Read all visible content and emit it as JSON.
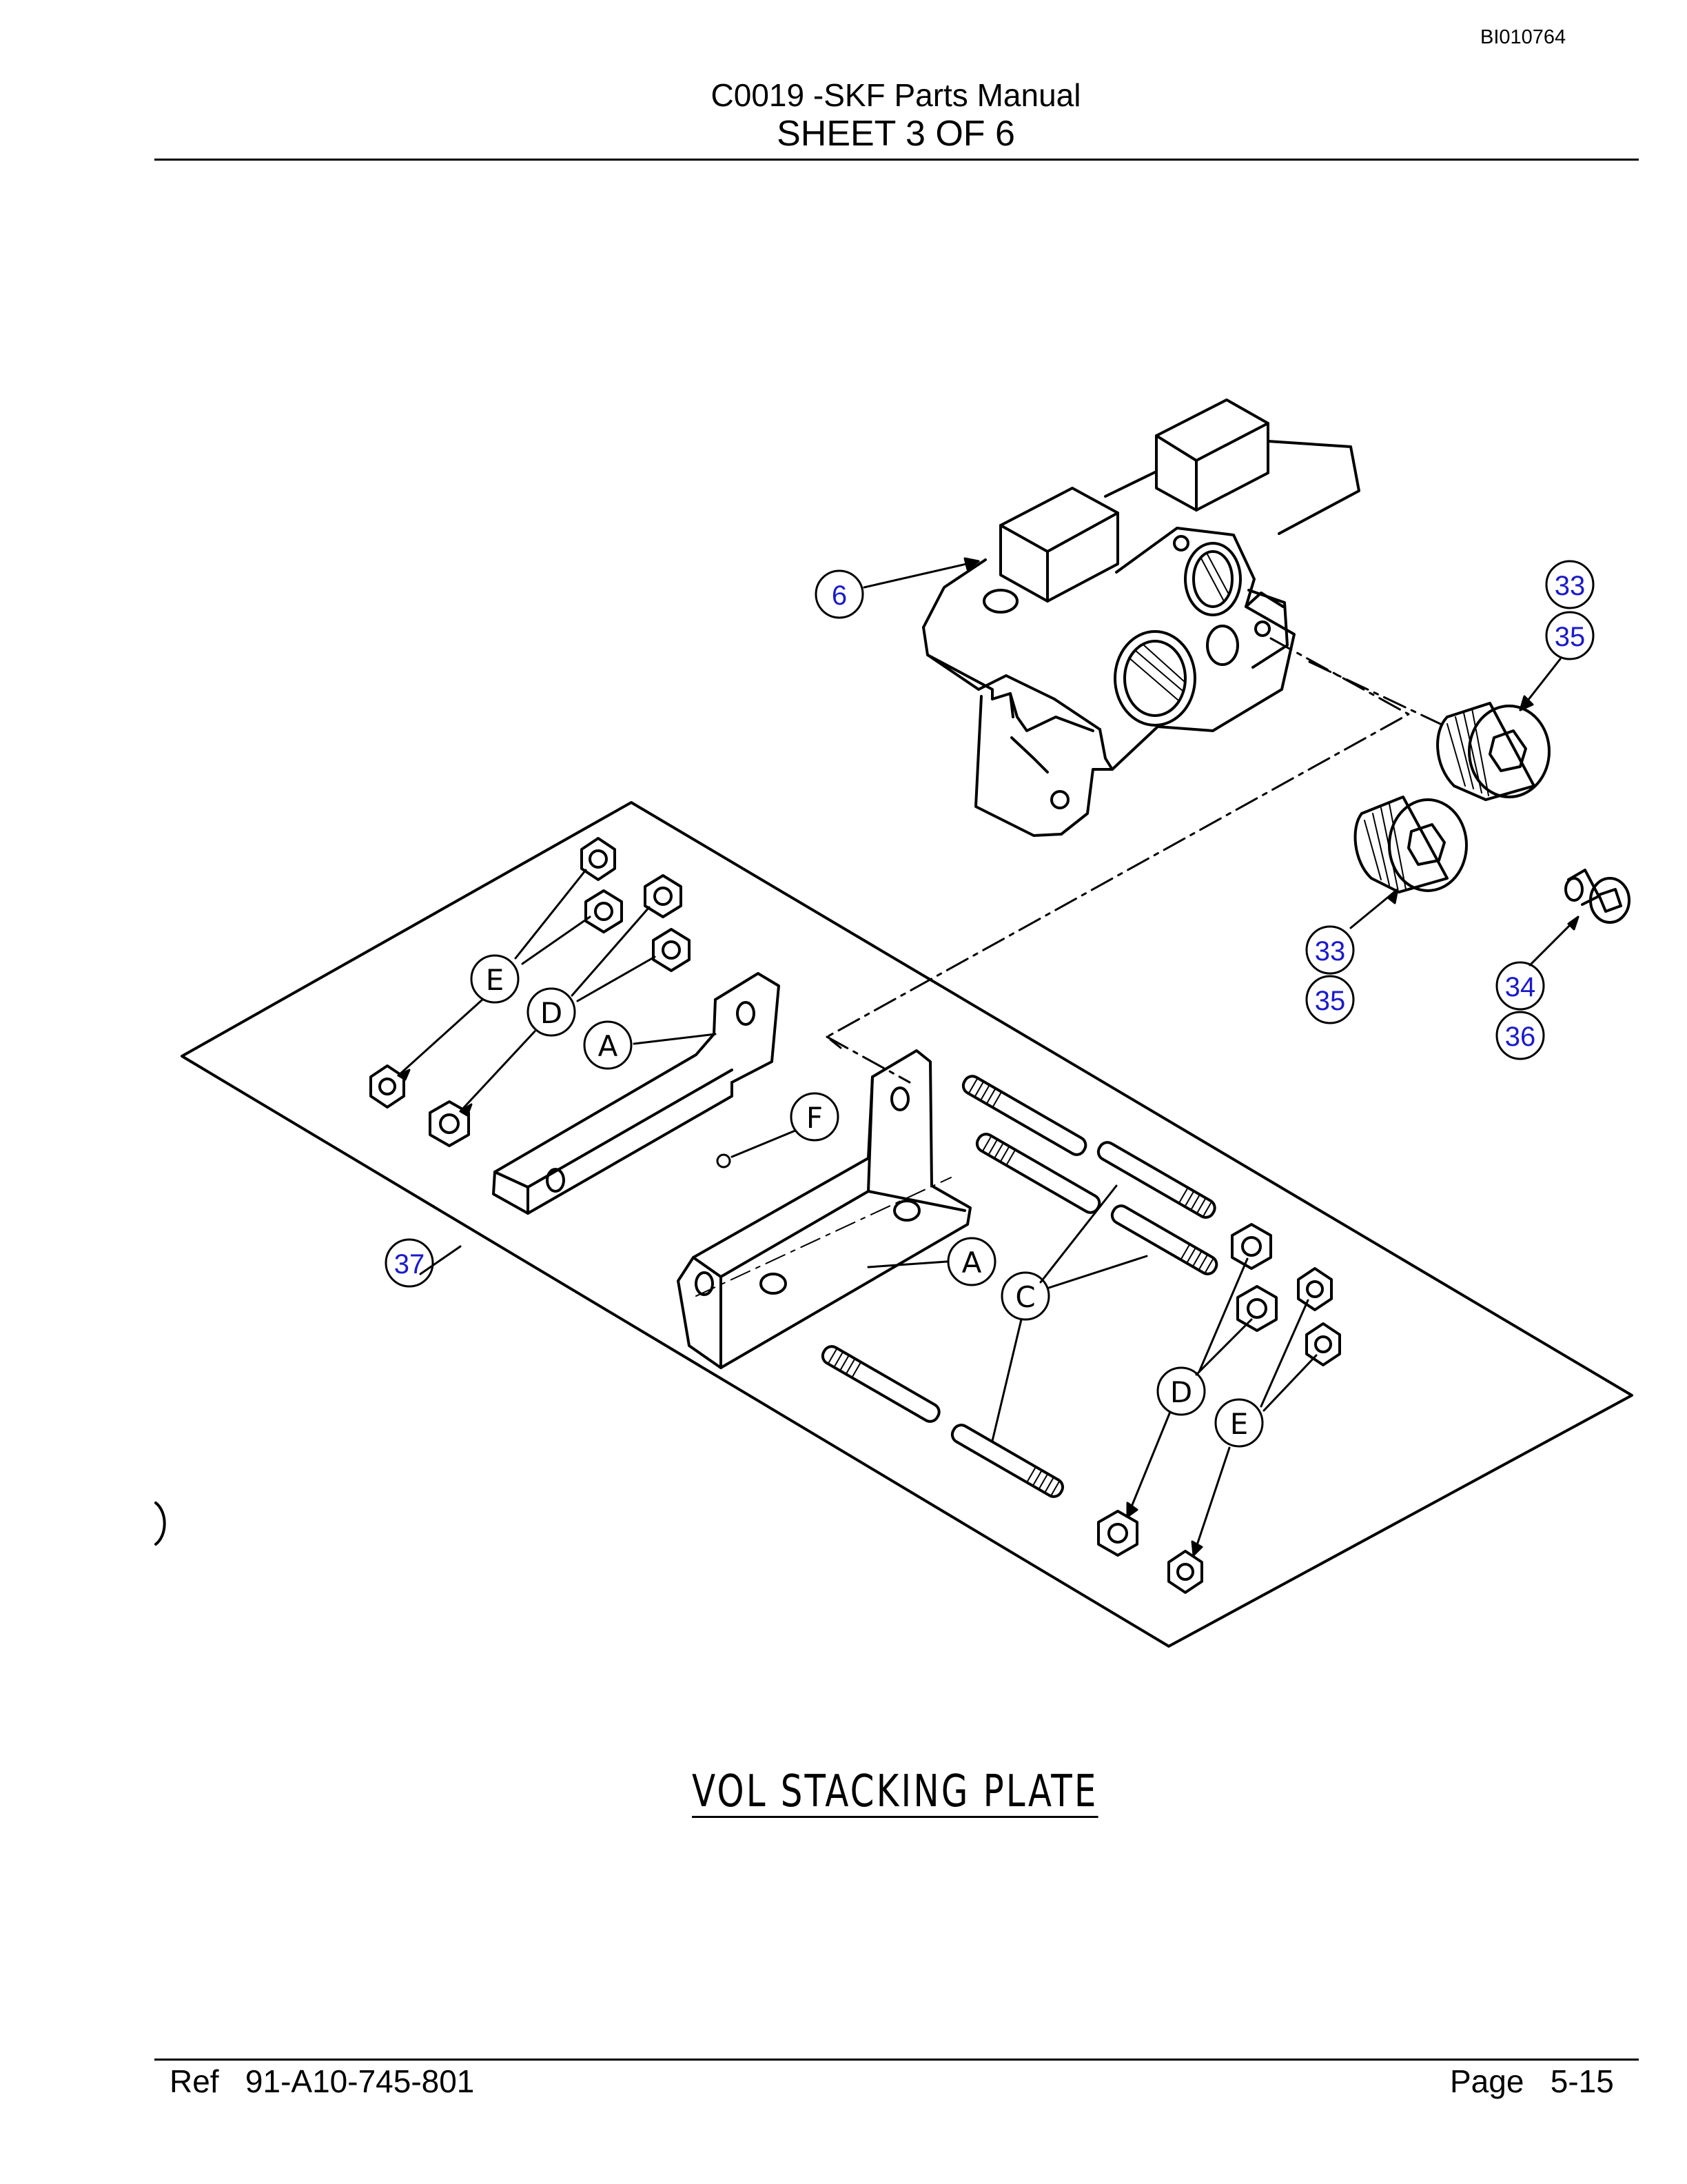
{
  "header": {
    "doc_id": "BI010764",
    "title": "C0019 -SKF Parts Manual",
    "sheet": "SHEET 3 OF 6"
  },
  "drawing": {
    "caption": "VOL STACKING PLATE",
    "callouts": {
      "part_6": "6",
      "part_33_upper": "33",
      "part_35_upper": "35",
      "part_33_lower": "33",
      "part_35_lower": "35",
      "part_34": "34",
      "part_36": "36",
      "part_37": "37"
    },
    "letters": {
      "e_left": "E",
      "d_left": "D",
      "a_upper": "A",
      "f": "F",
      "a_lower": "A",
      "c": "C",
      "d_right": "D",
      "e_right": "E"
    }
  },
  "footer": {
    "ref": "Ref   91-A10-745-801",
    "page": "Page   5-15"
  }
}
